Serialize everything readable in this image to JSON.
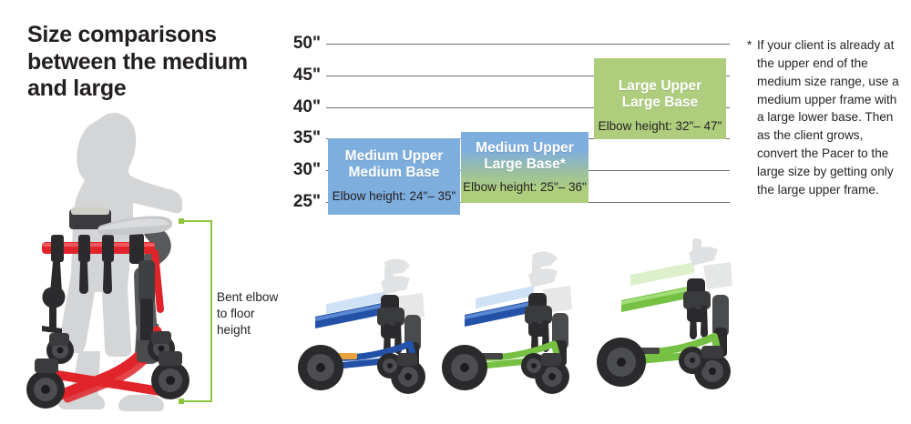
{
  "title": "Size comparisons between the medium and large",
  "chart_data": {
    "type": "bar",
    "title": "Size comparisons between the medium and large",
    "xlabel": "",
    "ylabel": "Bent elbow to floor height (inches)",
    "ylim": [
      22,
      52
    ],
    "grid": true,
    "legend_position": "none",
    "tick_labels": [
      "50\"",
      "45\"",
      "40\"",
      "35\"",
      "30\"",
      "25\""
    ],
    "tick_values": [
      50,
      45,
      40,
      35,
      30,
      25
    ],
    "categories": [
      "Medium Upper Medium Base",
      "Medium Upper Large Base*",
      "Large Upper Large Base"
    ],
    "series": [
      {
        "name": "Elbow height range low",
        "values": [
          24,
          25,
          32
        ]
      },
      {
        "name": "Elbow height range high",
        "values": [
          35,
          36,
          47
        ]
      }
    ],
    "bars": [
      {
        "id": "medium-medium",
        "title_line1": "Medium Upper",
        "title_line2": "Medium Base",
        "subtitle": "Elbow height: 24\"– 35\"",
        "low": 24,
        "high": 35,
        "color": "#7eaedd"
      },
      {
        "id": "medium-large",
        "title_line1": "Medium Upper",
        "title_line2": "Large Base*",
        "subtitle": "Elbow height: 25\"– 36\"",
        "low": 25,
        "high": 36,
        "color": "#7eaedd → #aece7e"
      },
      {
        "id": "large-large",
        "title_line1": "Large Upper",
        "title_line2": "Large Base",
        "subtitle": "Elbow height: 32\"– 47\"",
        "low": 32,
        "high": 47,
        "color": "#aece7e"
      }
    ]
  },
  "axis": {
    "ticks": [
      {
        "label": "50\""
      },
      {
        "label": "45\""
      },
      {
        "label": "40\""
      },
      {
        "label": "35\""
      },
      {
        "label": "30\""
      },
      {
        "label": "25\""
      }
    ]
  },
  "bracket": {
    "label_line1": "Bent elbow",
    "label_line2": "to floor",
    "label_line3": "height"
  },
  "footnote": {
    "marker": "*",
    "text": "If your client is already at the upper end of the medium size range, use a medium upper frame with a large lower base. Then as the client grows, convert the Pacer to the large size by getting only the large upper frame."
  },
  "illustrations": {
    "main": {
      "name": "pacer-gait-trainer-red-with-person-silhouette",
      "frame_color": "#e1242a",
      "silhouette_color": "#d4d5d7"
    },
    "thumbnails": [
      {
        "name": "pacer-medium-upper-medium-base",
        "upper_color": "#2351a8",
        "base_color": "#2351a8"
      },
      {
        "name": "pacer-medium-upper-large-base",
        "upper_color": "#2351a8",
        "base_color": "#76c043"
      },
      {
        "name": "pacer-large-upper-large-base",
        "upper_color": "#76c043",
        "base_color": "#76c043"
      }
    ]
  },
  "colors": {
    "blue": "#7eaedd",
    "green": "#aece7e",
    "gridline": "#6d6e71",
    "text": "#231f20",
    "bracket": "#8cc63f"
  }
}
